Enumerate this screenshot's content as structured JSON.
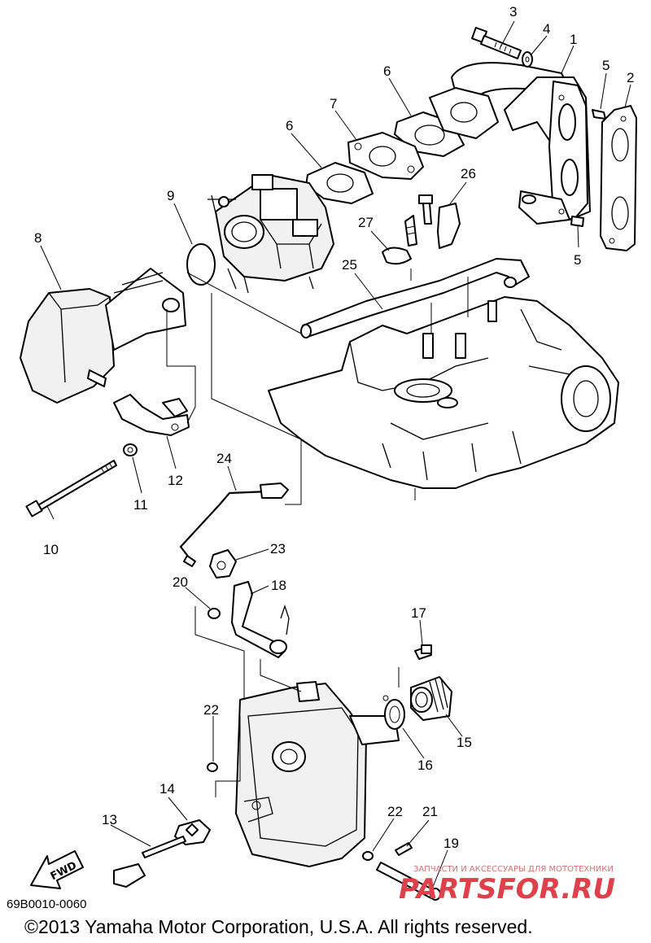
{
  "callouts": {
    "c1": "1",
    "c2": "2",
    "c3": "3",
    "c4": "4",
    "c5a": "5",
    "c5b": "5",
    "c6a": "6",
    "c6b": "6",
    "c7": "7",
    "c8": "8",
    "c9": "9",
    "c10": "10",
    "c11": "11",
    "c12": "12",
    "c13": "13",
    "c14": "14",
    "c15": "15",
    "c16": "16",
    "c17": "17",
    "c18": "18",
    "c19": "19",
    "c20": "20",
    "c21": "21",
    "c22a": "22",
    "c22b": "22",
    "c23": "23",
    "c24": "24",
    "c25": "25",
    "c26": "26",
    "c27": "27"
  },
  "fwd_label": "FWD",
  "diagram_code": "69B0010-0060",
  "copyright": "©2013 Yamaha Motor Corporation, U.S.A. All rights reserved.",
  "watermark": {
    "tagline": "ЗАПЧАСТИ И АКСЕССУАРЫ ДЛЯ МОТОТЕХНИКИ",
    "brand": "PARTSFOR.RU",
    "color": "#e0404a"
  }
}
